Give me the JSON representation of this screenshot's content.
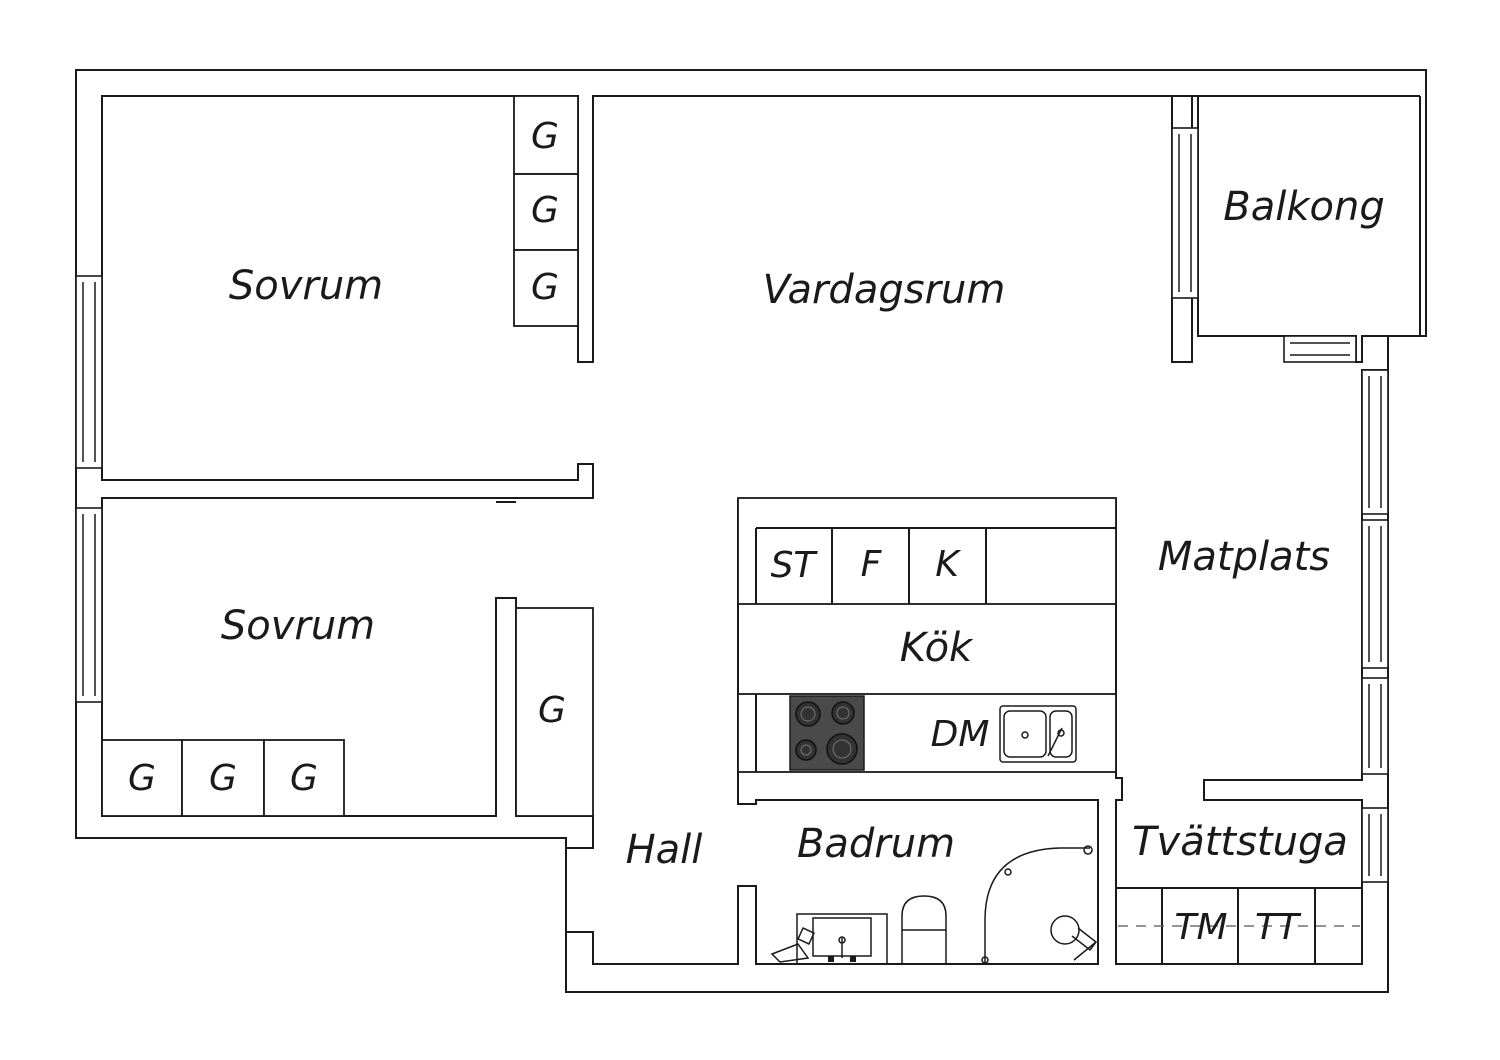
{
  "rooms": {
    "sovrum_top": "Sovrum",
    "sovrum_bottom": "Sovrum",
    "vardagsrum": "Vardagsrum",
    "balkong": "Balkong",
    "matplats": "Matplats",
    "kok": "Kök",
    "hall": "Hall",
    "badrum": "Badrum",
    "tvattstuga": "Tvättstuga"
  },
  "fixtures": {
    "wardrobe": "G",
    "stove_cabinet": "ST",
    "freezer": "F",
    "fridge": "K",
    "dishwasher": "DM",
    "washing_machine": "TM",
    "dryer": "TT"
  },
  "colors": {
    "line": "#1a1a1a",
    "background": "#ffffff",
    "stove_fill": "#4a4a4a"
  }
}
